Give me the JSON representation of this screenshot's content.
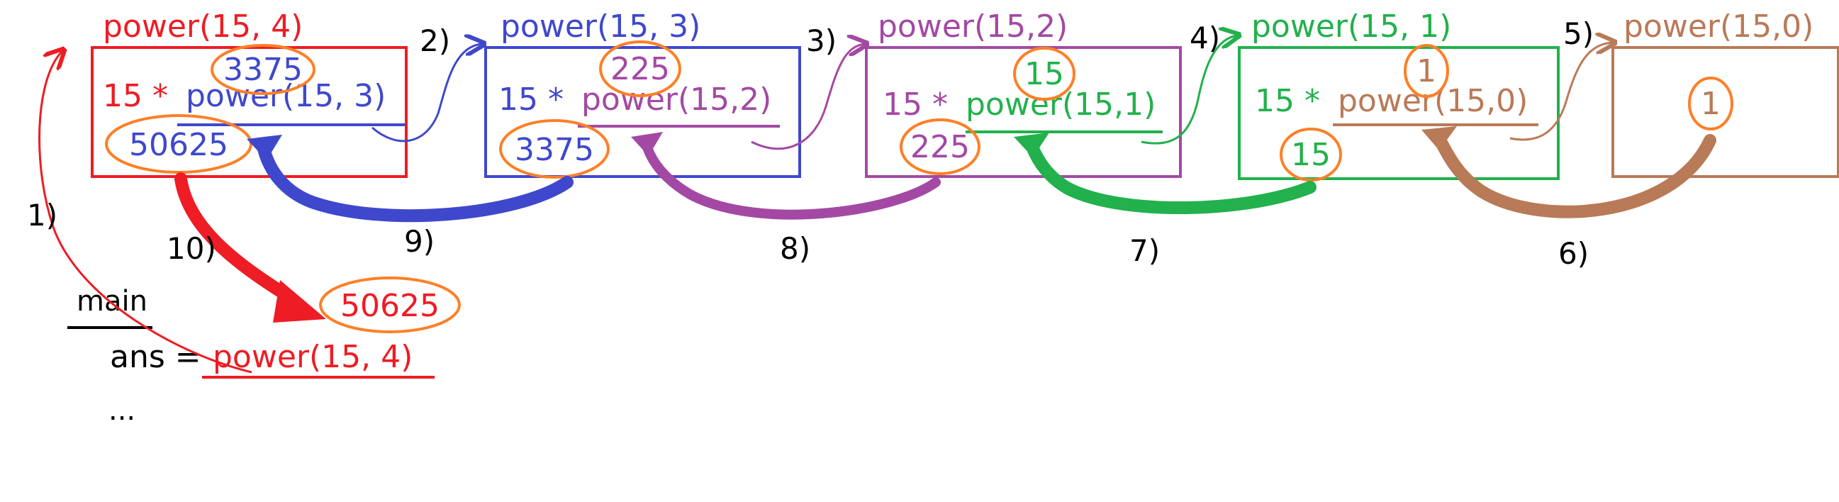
{
  "colors": {
    "red": "#ee1c24",
    "blue": "#3f48cc",
    "purple": "#a349a4",
    "green": "#22b14c",
    "brown": "#b97a57",
    "orange": "#ff7f27",
    "black": "#000000"
  },
  "frames": [
    {
      "call": "power(15, 4)",
      "expr_prefix": "15 * ",
      "expr_call": "power(15, 3)",
      "returned": "3375",
      "result": "50625"
    },
    {
      "call": "power(15, 3)",
      "expr_prefix": "15 * ",
      "expr_call": "power(15,2)",
      "returned": "225",
      "result": "3375"
    },
    {
      "call": "power(15,2)",
      "expr_prefix": "15 * ",
      "expr_call": "power(15,1)",
      "returned": "15",
      "result": "225"
    },
    {
      "call": "power(15, 1)",
      "expr_prefix": "15 * ",
      "expr_call": "power(15,0)",
      "returned": "1",
      "result": "15"
    },
    {
      "call": "power(15,0)",
      "result": "1"
    }
  ],
  "main": {
    "label": "main",
    "ans_prefix": "ans = ",
    "ans_call": "power(15, 4)",
    "ans_value": "50625",
    "ellipsis": "..."
  },
  "steps": [
    "1)",
    "2)",
    "3)",
    "4)",
    "5)",
    "6)",
    "7)",
    "8)",
    "9)",
    "10)"
  ]
}
